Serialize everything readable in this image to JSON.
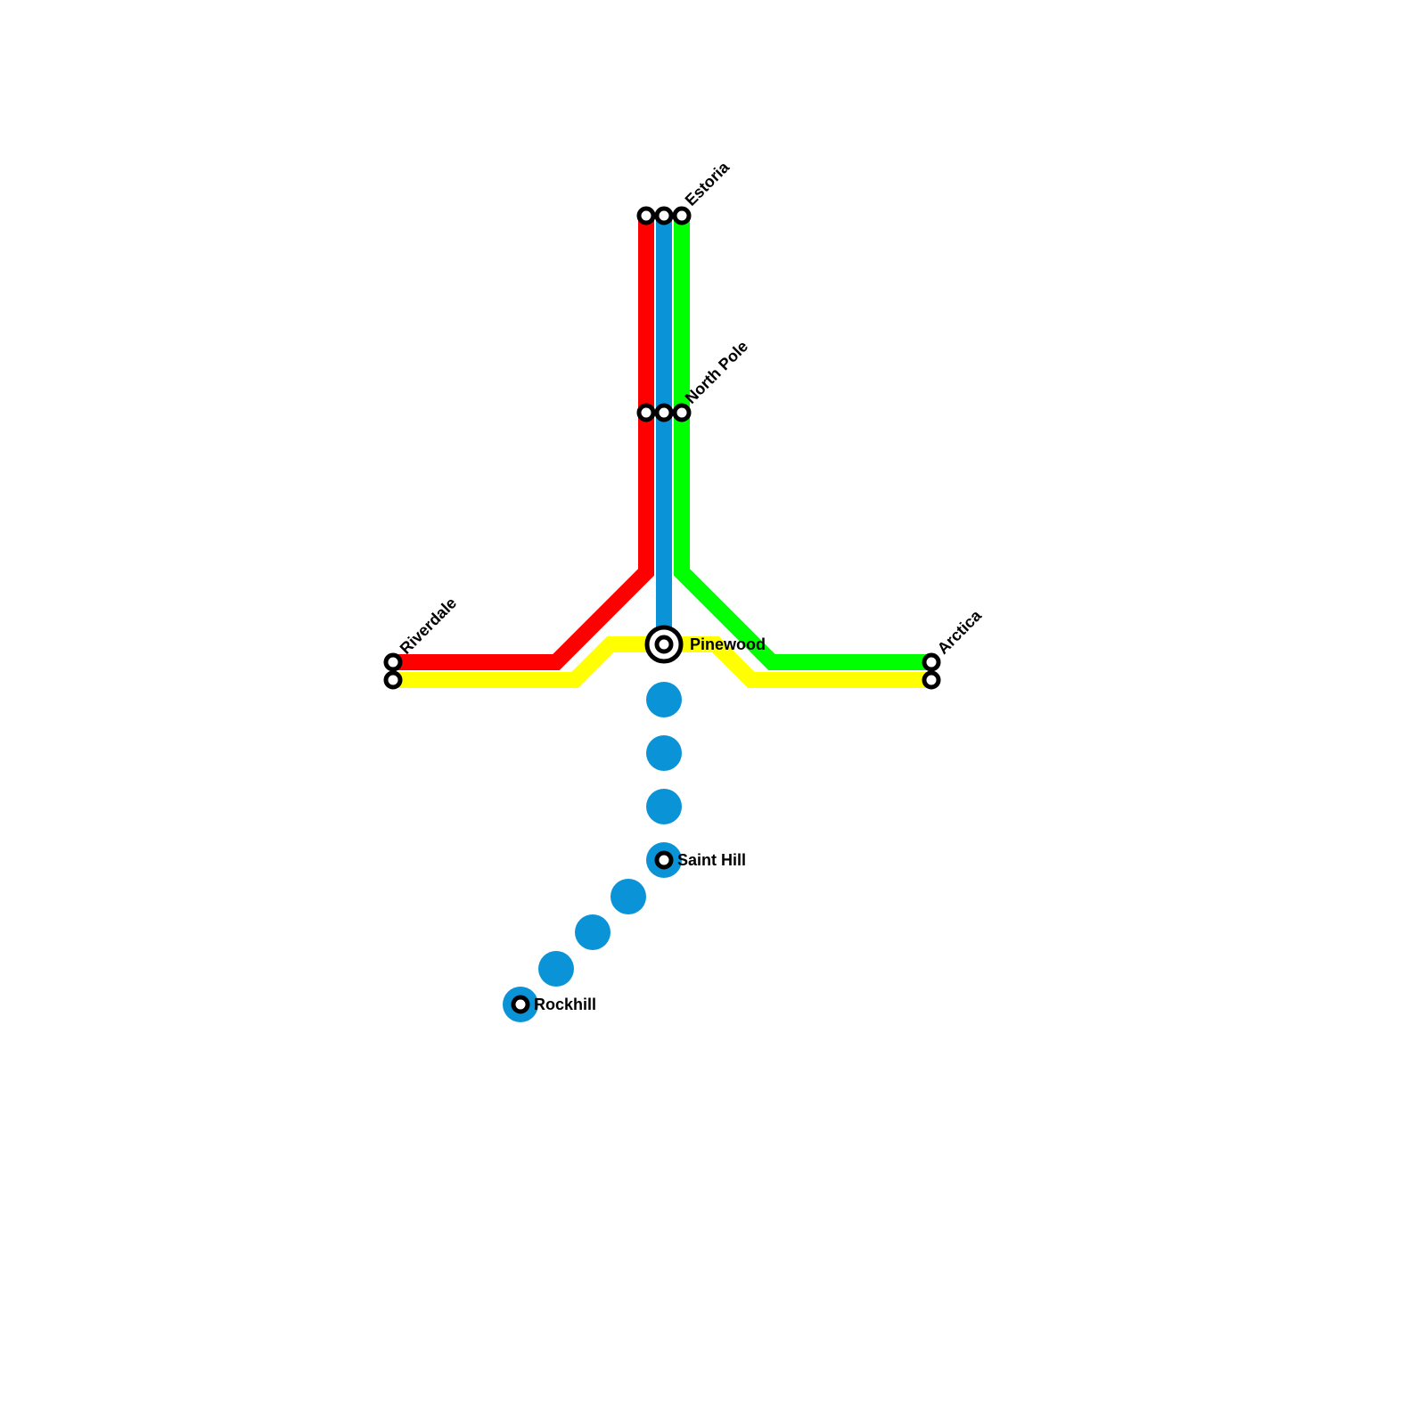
{
  "colors": {
    "red_line": "#ff0000",
    "blue_line": "#0a93d6",
    "green_line": "#00ff00",
    "yellow_line": "#ffff00",
    "station_stroke": "#000000",
    "station_fill": "#ffffff",
    "background": "#ffffff"
  },
  "lines": [
    {
      "color_key": "red_line"
    },
    {
      "color_key": "blue_line"
    },
    {
      "color_key": "green_line"
    },
    {
      "color_key": "yellow_line"
    }
  ],
  "stations": {
    "estoria": {
      "label": "Estoria"
    },
    "north_pole": {
      "label": "North Pole"
    },
    "riverdale": {
      "label": "Riverdale"
    },
    "arctica": {
      "label": "Arctica"
    },
    "pinewood": {
      "label": "Pinewood",
      "type": "interchange"
    },
    "saint_hill": {
      "label": "Saint Hill"
    },
    "rockhill": {
      "label": "Rockhill"
    }
  },
  "notes": {
    "blue_line_south_of_pinewood_style": "dotted"
  }
}
